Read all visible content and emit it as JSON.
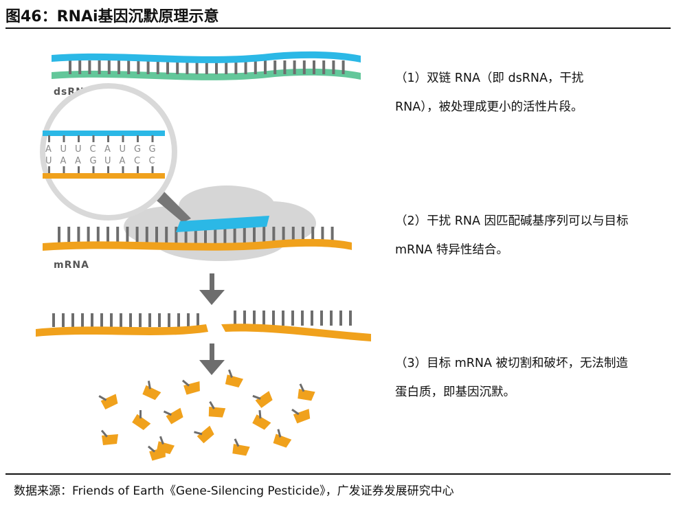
{
  "header": {
    "title": "图46：RNAi基因沉默原理示意"
  },
  "diagram": {
    "dsrna_label": "dsRNA",
    "mrna_label": "mRNA",
    "seq_top": [
      "A",
      "U",
      "U",
      "C",
      "A",
      "U",
      "G",
      "G"
    ],
    "seq_bottom": [
      "U",
      "A",
      "A",
      "G",
      "U",
      "A",
      "C",
      "C"
    ],
    "colors": {
      "blue": "#2bb8e6",
      "green": "#63c79a",
      "orange": "#f0a11c",
      "gray": "#6d6d6d",
      "cloud": "#d4d4d4"
    }
  },
  "steps": [
    {
      "text": "（1）双链 RNA（即 dsRNA，干扰 RNA），被处理成更小的活性片段。"
    },
    {
      "text": "（2）干扰 RNA 因匹配碱基序列可以与目标 mRNA 特异性结合。"
    },
    {
      "text": "（3）目标 mRNA 被切割和破坏，无法制造蛋白质，即基因沉默。"
    }
  ],
  "footer": {
    "source": "数据来源：Friends of Earth《Gene-Silencing Pesticide》，广发证券发展研究中心"
  }
}
